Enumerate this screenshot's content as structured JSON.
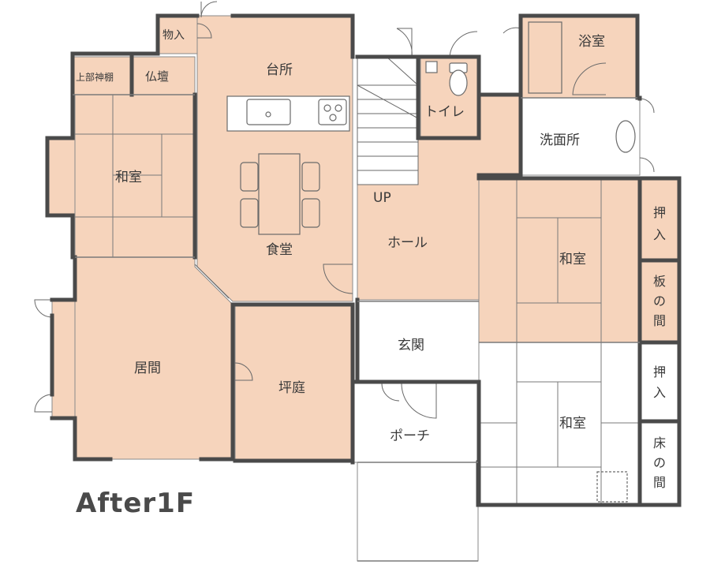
{
  "floor_title": "After1F",
  "colors": {
    "room_fill": "#f6d4bc",
    "wall": "#4a4a4a",
    "thin": "#7a7a7a",
    "outdoor": "#ffffff"
  },
  "rooms": {
    "storage": "物入",
    "kamidana": "上部神棚",
    "butsudan": "仏壇",
    "kitchen": "台所",
    "washitsu_left": "和室",
    "dining": "食堂",
    "living": "居間",
    "courtyard": "坪庭",
    "hall": "ホール",
    "stairs_up": "UP",
    "toilet": "トイレ",
    "bath": "浴室",
    "washroom": "洗面所",
    "washitsu_right_top": "和室",
    "oshiire_1_a": "押",
    "oshiire_1_b": "入",
    "itanoma_a": "板",
    "itanoma_b": "の",
    "itanoma_c": "間",
    "genkan": "玄関",
    "porch": "ポーチ",
    "washitsu_right_bottom": "和室",
    "oshiire_2_a": "押",
    "oshiire_2_b": "入",
    "tokonoma_a": "床",
    "tokonoma_b": "の",
    "tokonoma_c": "間"
  }
}
